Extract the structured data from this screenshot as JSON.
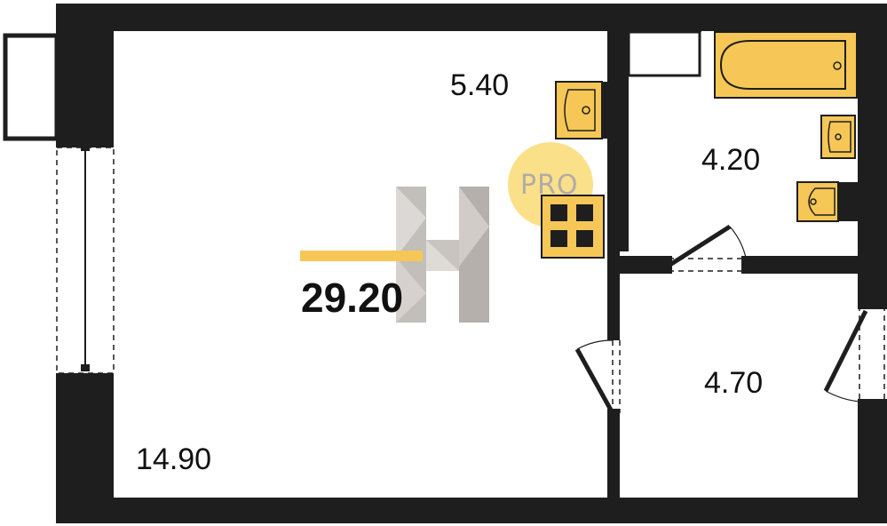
{
  "plan": {
    "total_area": "29.20",
    "rooms": {
      "living": {
        "area": "14.90"
      },
      "kitchen": {
        "area": "5.40"
      },
      "bathroom": {
        "area": "4.20"
      },
      "hallway": {
        "area": "4.70"
      }
    },
    "badge": {
      "text": "PRO"
    }
  },
  "colors": {
    "wall": "#1e1e1e",
    "fixture": "#f6c756",
    "fixture_stroke": "#1e1e1e",
    "badge": "#fbe08a",
    "accent_bar": "#f6c756",
    "watermark": "#a8a39e"
  }
}
